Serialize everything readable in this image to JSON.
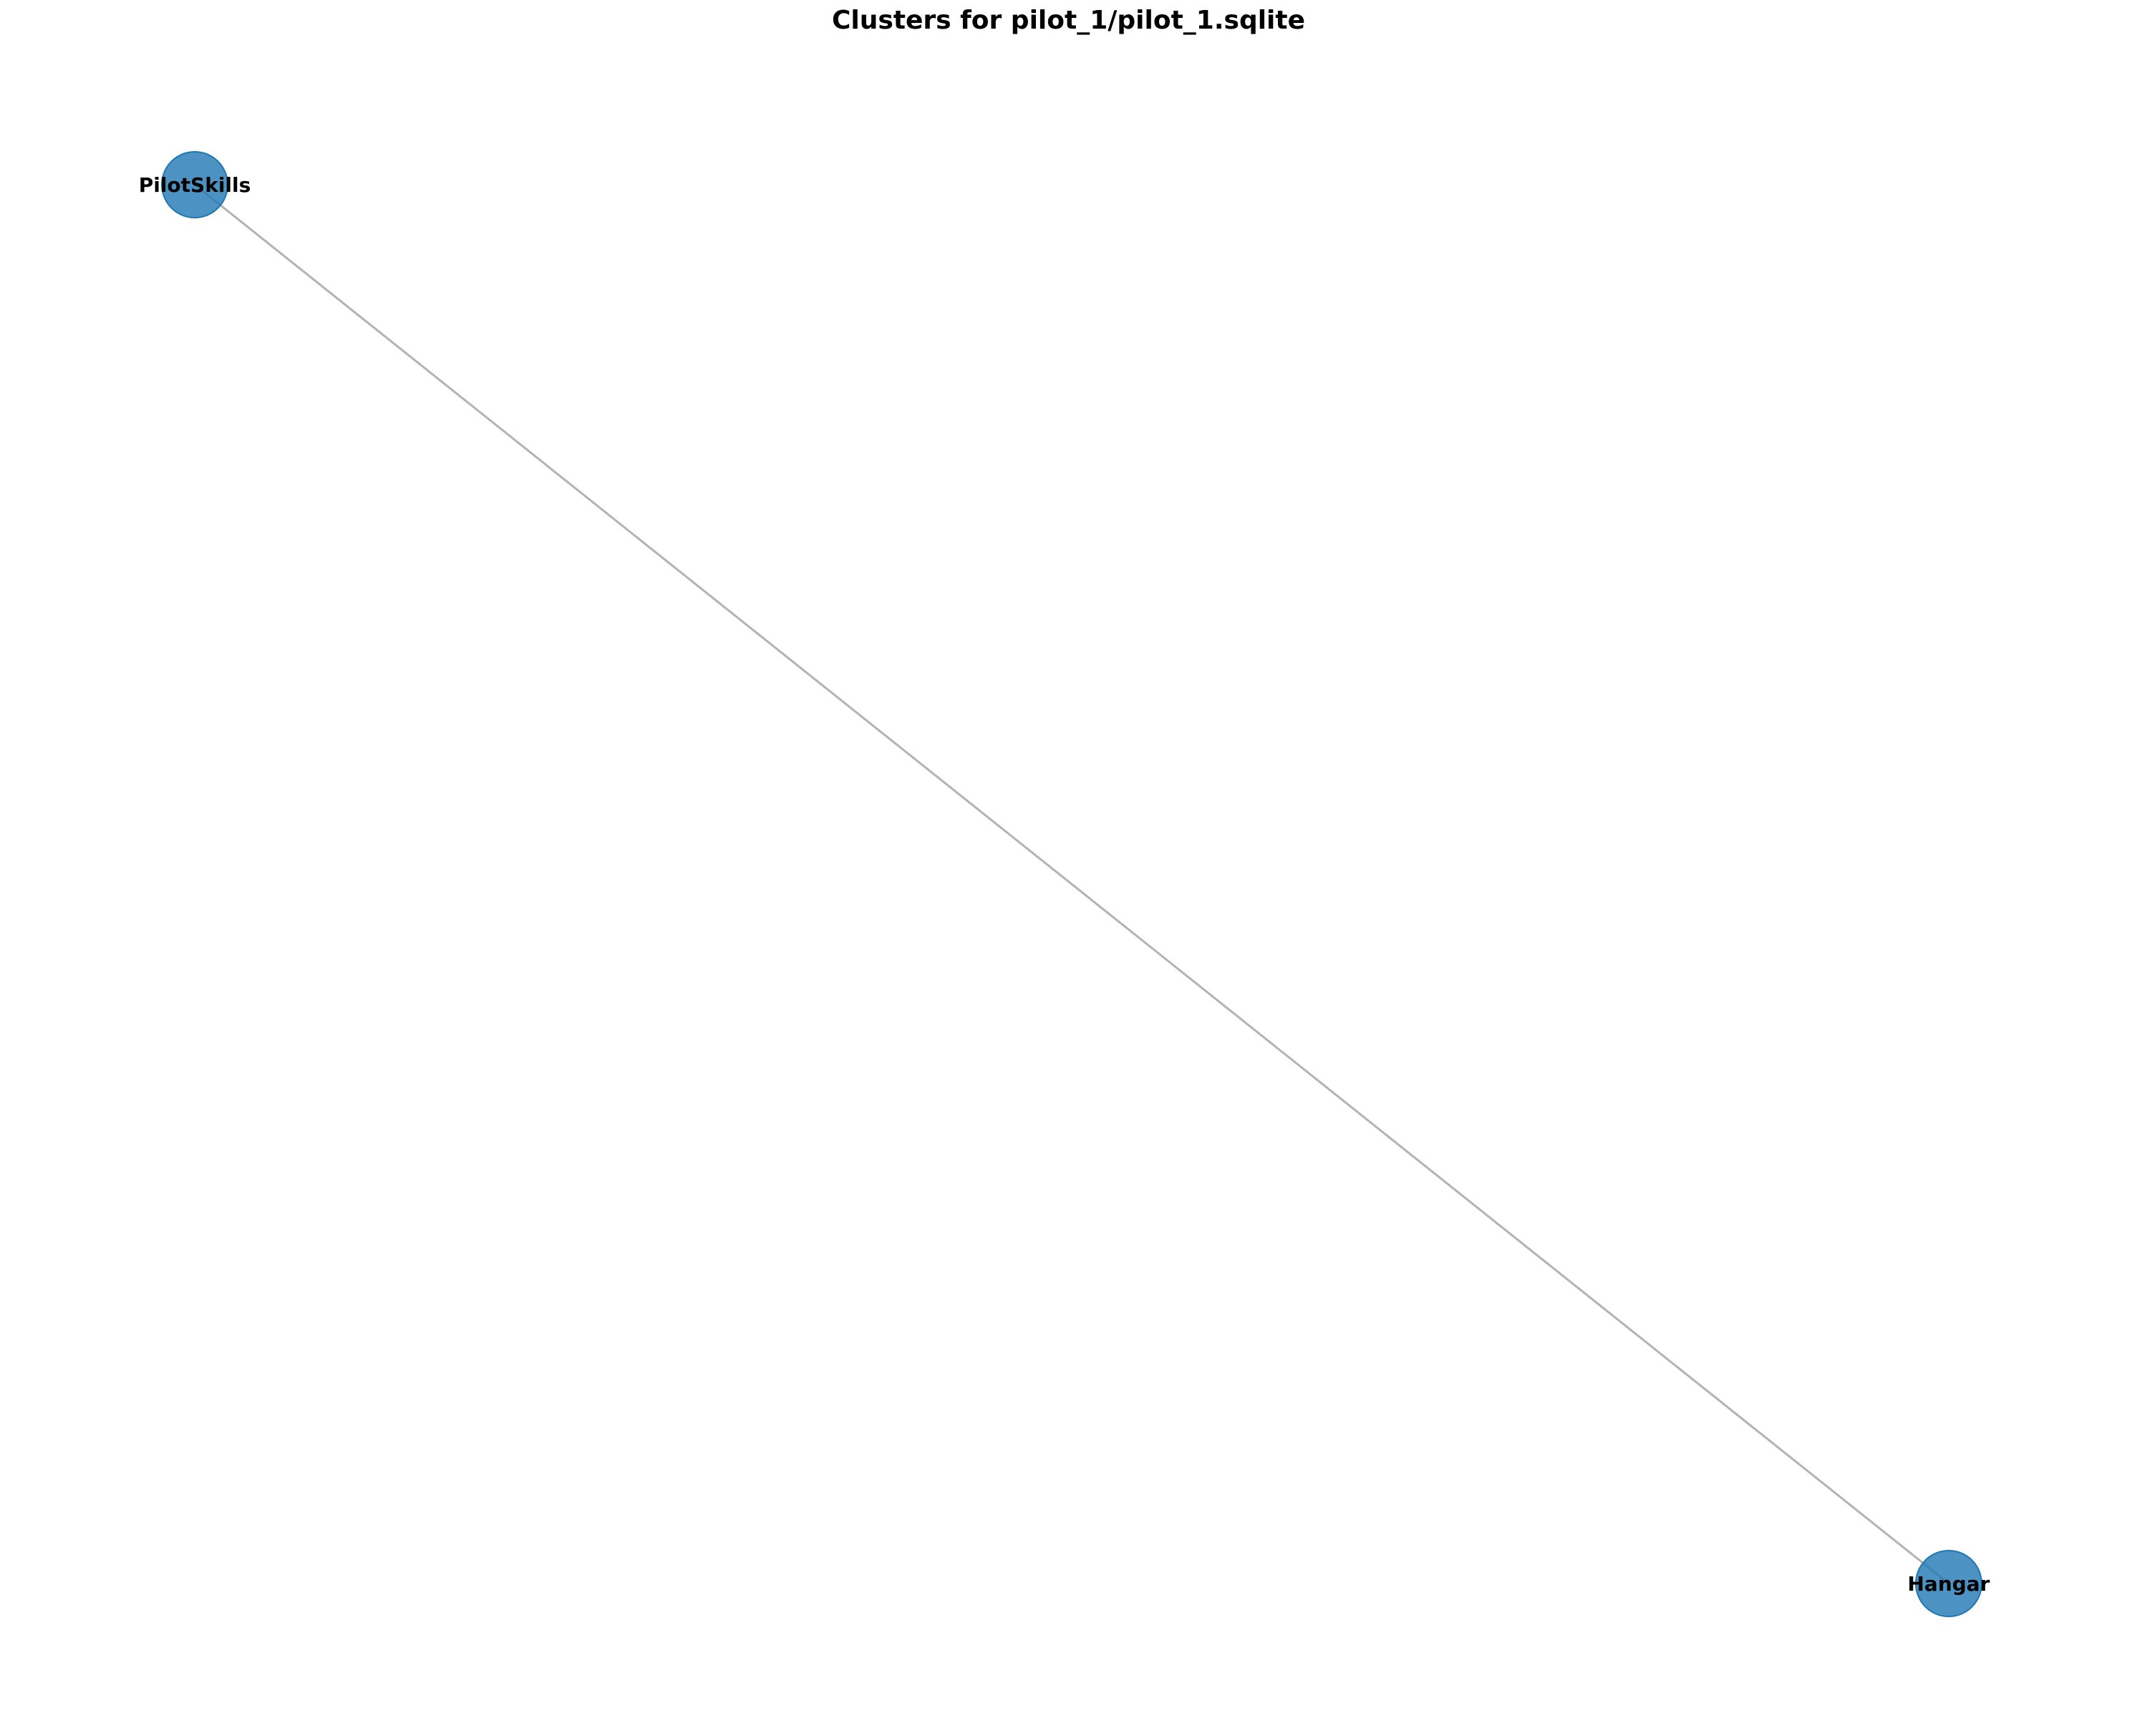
{
  "title": "Clusters for pilot_1/pilot_1.sqlite",
  "colors": {
    "node_fill": "#1f77b4",
    "edge": "#b3b3b3",
    "background": "#ffffff"
  },
  "graph": {
    "nodes": [
      {
        "id": "PilotSkills",
        "label": "PilotSkills"
      },
      {
        "id": "Hangar",
        "label": "Hangar"
      }
    ],
    "edges": [
      {
        "source": "PilotSkills",
        "target": "Hangar"
      }
    ]
  }
}
